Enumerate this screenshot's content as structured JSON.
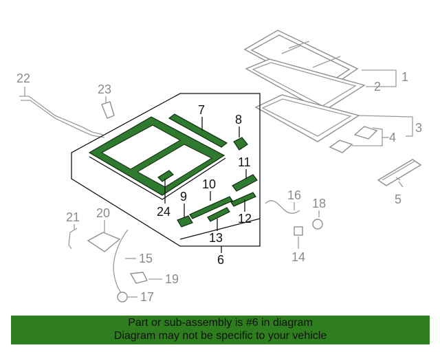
{
  "diagram": {
    "callouts": {
      "p1": "1",
      "p2": "2",
      "p3": "3",
      "p4": "4",
      "p5": "5",
      "p6": "6",
      "p7": "7",
      "p8": "8",
      "p9": "9",
      "p10": "10",
      "p11": "11",
      "p12": "12",
      "p13": "13",
      "p14": "14",
      "p15": "15",
      "p16": "16",
      "p17": "17",
      "p18": "18",
      "p19": "19",
      "p20": "20",
      "p21": "21",
      "p22": "22",
      "p23": "23",
      "p24": "24"
    },
    "highlight_color": "#2f7a2f",
    "part_line_color": "#8e8e8e"
  },
  "banner": {
    "line1": "Part or sub-assembly is #6 in diagram",
    "line2": "Diagram may not be specific to your vehicle",
    "background": "#2e7d1e"
  }
}
